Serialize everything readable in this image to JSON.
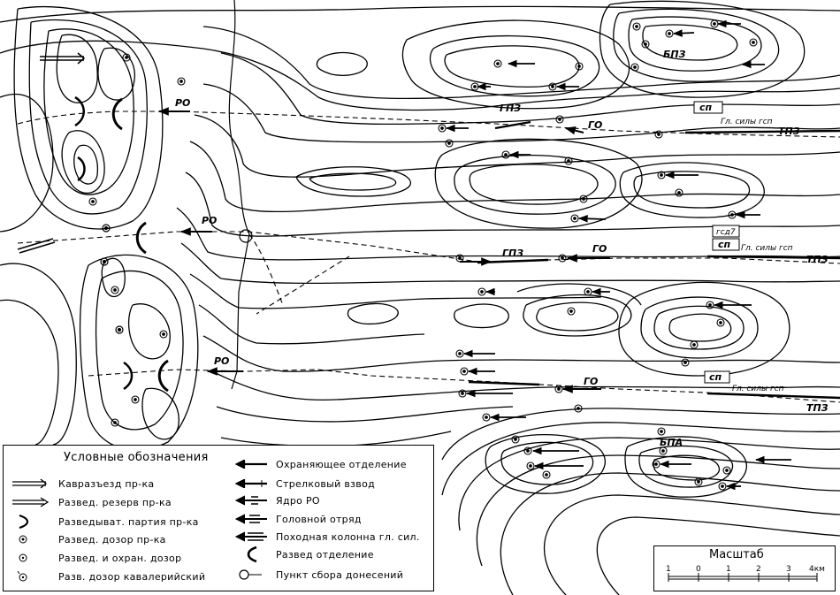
{
  "map": {
    "labels": {
      "ro_1": "РО",
      "ro_2": "РО",
      "ro_3": "РО",
      "gpz_1": "ГПЗ",
      "gpz_2": "ГПЗ",
      "go_1": "ГО",
      "go_2": "ГО",
      "go_3": "ГО",
      "bpz": "БПЗ",
      "bpa": "БПА",
      "tpz_1": "ТПЗ",
      "tpz_2": "ТПЗ",
      "tpz_3": "ТПЗ",
      "sp_1": "сп",
      "sp_2": "сп",
      "sp_3": "сп",
      "gsd": "гсд7",
      "main_forces_1": "Гл. силы гсп",
      "main_forces_2": "Гл. силы гсп",
      "main_forces_3": "Гл. силы гсп"
    }
  },
  "legend": {
    "title": "Условные обозначения",
    "items_left": [
      {
        "icon": "cavalry-corps-icon",
        "label": "Кавразъезд пр-ка"
      },
      {
        "icon": "recon-reserve-icon",
        "label": "Развед. резерв пр-ка"
      },
      {
        "icon": "recon-party-icon",
        "label": "Разведыват. партия пр-ка"
      },
      {
        "icon": "recon-patrol-icon",
        "label": "Развед. дозор пр-ка"
      },
      {
        "icon": "recon-guard-patrol-icon",
        "label": "Развед. и охран. дозор"
      },
      {
        "icon": "cavalry-patrol-icon",
        "label": "Разв. дозор кавалерийский"
      }
    ],
    "items_right": [
      {
        "icon": "guard-detachment-icon",
        "label": "Охраняющее отделение"
      },
      {
        "icon": "rifle-platoon-icon",
        "label": "Стрелковый взвод"
      },
      {
        "icon": "ro-core-icon",
        "label": "Ядро РО"
      },
      {
        "icon": "head-detachment-icon",
        "label": "Головной отряд"
      },
      {
        "icon": "march-column-icon",
        "label": "Походная колонна гл. сил."
      },
      {
        "icon": "recon-section-icon",
        "label": "Развед отделение"
      },
      {
        "icon": "report-point-icon",
        "label": "Пункт сбора донесений"
      }
    ]
  },
  "scale": {
    "title": "Масштаб",
    "ticks": [
      "1",
      "0",
      "1",
      "2",
      "3",
      "4км"
    ]
  }
}
